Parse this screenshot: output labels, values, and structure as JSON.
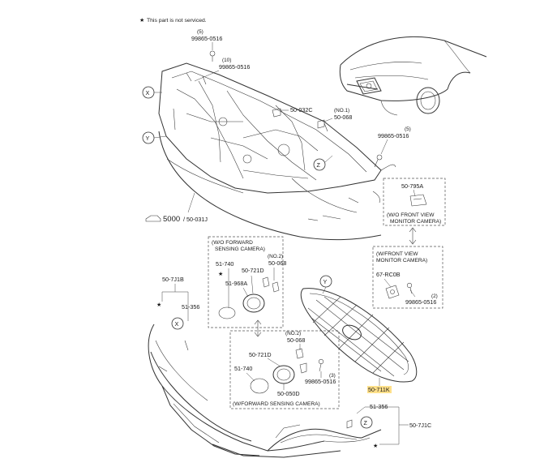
{
  "note": {
    "text": "This part is not serviced."
  },
  "callouts": {
    "c1": {
      "qty": "(5)",
      "part": "99865-0516"
    },
    "c2": {
      "qty": "(10)",
      "part": "99865-0516"
    },
    "c3": {
      "part": "50-032C"
    },
    "c4": {
      "qty": "(NO.1)",
      "part": "50-068"
    },
    "c5": {
      "qty": "(5)",
      "part": "99865-0516"
    },
    "c6": {
      "part": "5000",
      "sep": "/",
      "part2": "50-031J"
    },
    "c7": {
      "part": "50-795A",
      "title1": "(W/O FRONT VIEW",
      "title2": "MONITOR CAMERA)"
    },
    "c8": {
      "title1": "(W/FRONT VIEW",
      "title2": "MONITOR CAMERA)",
      "part": "67-RC0B",
      "part2": "99865-0516",
      "qty": "(2)"
    },
    "c9": {
      "title1": "(W/O FORWARD",
      "title2": "SENSING CAMERA)",
      "p1": "51-740",
      "p2": "50-721D",
      "p3": "51-968A",
      "qty": "(NO.2)",
      "p4": "50-068"
    },
    "c10": {
      "qty": "(NO.2)",
      "p1": "50-068",
      "p2": "50-721D",
      "p3": "51-740",
      "p4": "99865-0516",
      "qty2": "(3)",
      "p5": "50-050D",
      "title": "(W/FORWARD SENSING CAMERA)"
    },
    "c11": {
      "p1": "50-7J1B",
      "p2": "51-356"
    },
    "c12": {
      "part": "50-711K"
    },
    "c13": {
      "p1": "51-356",
      "p2": "50-7J1C"
    }
  },
  "markers": {
    "x": "X",
    "y": "Y",
    "z": "Z"
  }
}
